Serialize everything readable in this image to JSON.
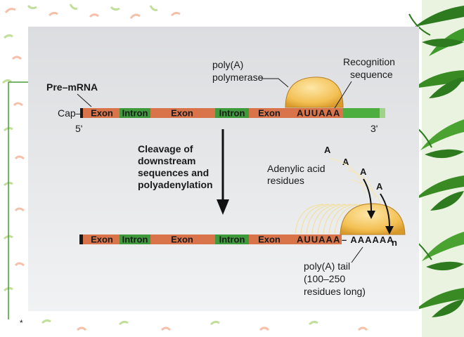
{
  "diagram": {
    "pre_mrna_label": "Pre–mRNA",
    "cap_label": "Cap—",
    "five_prime": "5'",
    "three_prime": "3'",
    "polymerase_label": [
      "poly(A)",
      "polymerase"
    ],
    "recognition_label": [
      "Recognition",
      "sequence"
    ],
    "step_label": [
      "Cleavage of",
      "downstream",
      "sequences and",
      "polyadenylation"
    ],
    "adenylic_label": [
      "Adenylic acid",
      "residues"
    ],
    "free_a": [
      "A",
      "A",
      "A",
      "A"
    ],
    "top_strand": [
      {
        "type": "exon",
        "text": "Exon"
      },
      {
        "type": "intron",
        "text": "Intron"
      },
      {
        "type": "exon",
        "text": "Exon"
      },
      {
        "type": "intron",
        "text": "Intron"
      },
      {
        "type": "exon",
        "text": "Exon"
      }
    ],
    "bottom_strand": [
      {
        "type": "exon",
        "text": "Exon"
      },
      {
        "type": "intron",
        "text": "Intron"
      },
      {
        "type": "exon",
        "text": "Exon"
      },
      {
        "type": "intron",
        "text": "Intron"
      },
      {
        "type": "exon",
        "text": "Exon"
      }
    ],
    "signal_sequence": "AUUAAA",
    "tail_sequence": "– AAAAAA",
    "tail_subscript": "n",
    "tail_label": [
      "poly(A) tail",
      "(100–250",
      "residues long)"
    ],
    "footnote": "*"
  },
  "colors": {
    "exon": "#d9734a",
    "intron": "#3f9a3c",
    "downstream": "#4cae3f",
    "enzyme": "#f3c054",
    "panel": "#e7e8ea",
    "leaf": "#2d7a1f"
  }
}
